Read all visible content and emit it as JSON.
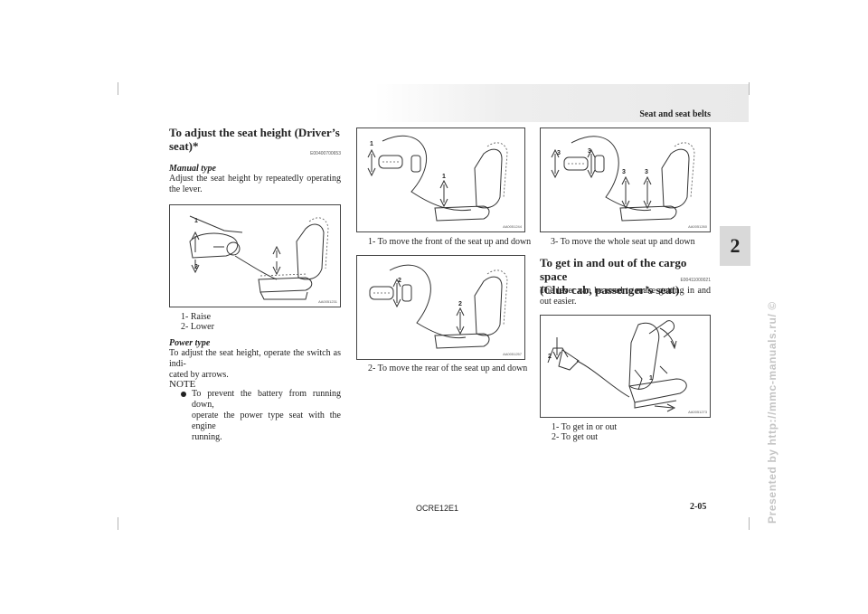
{
  "header": {
    "section_title": "Seat and seat belts",
    "chapter_number": "2"
  },
  "watermark": "Presented by http://mmc-manuals.ru/ ©",
  "left_column": {
    "title_line1": "To adjust the seat height (Driver’s",
    "title_line2": "seat)*",
    "code": "E00400700653",
    "manual_label": "Manual type",
    "manual_text": "Adjust the seat height by repeatedly operating the lever.",
    "figure_code": "AA0051231",
    "fig_numbers": [
      "1",
      "2"
    ],
    "captions": [
      "1- Raise",
      "2- Lower"
    ],
    "power_label": "Power type",
    "power_text_line1": "To adjust the seat height, operate the switch as indi-",
    "power_text_line2": "cated by arrows.",
    "note_heading": "NOTE",
    "note_line1": "To prevent the battery from running down,",
    "note_line2": "operate the power type seat with the engine",
    "note_line3": "running."
  },
  "middle_column": {
    "fig1_code": "AA0051244",
    "fig1_numbers": [
      "1",
      "1"
    ],
    "fig1_caption": "1- To move the front of the seat up and down",
    "fig2_code": "AA0051257",
    "fig2_numbers": [
      "2",
      "2"
    ],
    "fig2_caption": "2- To move the rear of the seat up and down"
  },
  "right_column": {
    "fig3_code": "AA0051260",
    "fig3_numbers": [
      "3",
      "3",
      "3",
      "3"
    ],
    "fig3_caption": "3- To move the whole seat up and down",
    "title_line1": "To get in and out of the cargo space",
    "title_line2": "(Club cab, passenger’s seat)",
    "code": "E00411000021",
    "text": "The lever can be used to make getting in and out easier.",
    "fig4_code": "AA0051273",
    "fig4_numbers": [
      "1",
      "2"
    ],
    "captions": [
      "1- To get in or out",
      "2- To get out"
    ]
  },
  "footer": {
    "doc_code": "OCRE12E1",
    "page_number": "2-05"
  }
}
